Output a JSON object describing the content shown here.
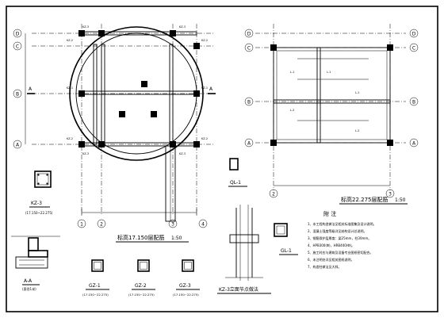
{
  "plan_left": {
    "title": "标高17.150层配筋",
    "scale": "1:50",
    "axis_rows": [
      "D",
      "C",
      "B",
      "A"
    ],
    "axis_cols": [
      "1",
      "2",
      "3",
      "4"
    ],
    "section_mark": "A",
    "labels": [
      "KZ-3",
      "KZ-3",
      "KZ-2",
      "KZ-2",
      "KZ-1",
      "KZ-1",
      "KZ-2",
      "KZ-2",
      "KZ-3",
      "KZ-3"
    ]
  },
  "plan_right": {
    "title": "标高22.275层配筋",
    "scale": "1:50",
    "axis_rows": [
      "D",
      "C",
      "B",
      "A"
    ],
    "axis_cols": [
      "2",
      "3"
    ],
    "labels": [
      "L-1",
      "L-1",
      "L-1",
      "L-2",
      "L-2"
    ]
  },
  "details": {
    "kz3": {
      "label": "KZ-3",
      "range": "(17.150~22.275)"
    },
    "ql1": {
      "label": "QL-1"
    },
    "gl1": {
      "label": "GL-1"
    },
    "aa": {
      "label": "A-A",
      "sub": "(直径1米)"
    },
    "gz1": {
      "label": "GZ-1",
      "range": "(17.150~22.275)"
    },
    "gz2": {
      "label": "GZ-2",
      "range": "(17.150~22.275)"
    },
    "gz3": {
      "label": "GZ-3",
      "range": "(17.150~22.275)"
    },
    "kz3_section": {
      "label": "KZ-3立面节点做法"
    }
  },
  "notes": {
    "heading": "附  注",
    "lines": [
      "1、本工程构造做法见相关标准图集及设计说明。",
      "2、混凝土强度等级详见结构设计总说明。",
      "3、钢筋保护层厚度：梁25mm，柱30mm。",
      "4、HPB300(Φ)，HRB400(Φ)。",
      "5、施工时应与建筑及设备专业图纸密切配合。",
      "6、未注明处详见相关图纸说明。",
      "7、构造柱做法见大样。"
    ]
  },
  "colors": {
    "line": "#000000",
    "background": "#ffffff",
    "accent": "#000000"
  }
}
